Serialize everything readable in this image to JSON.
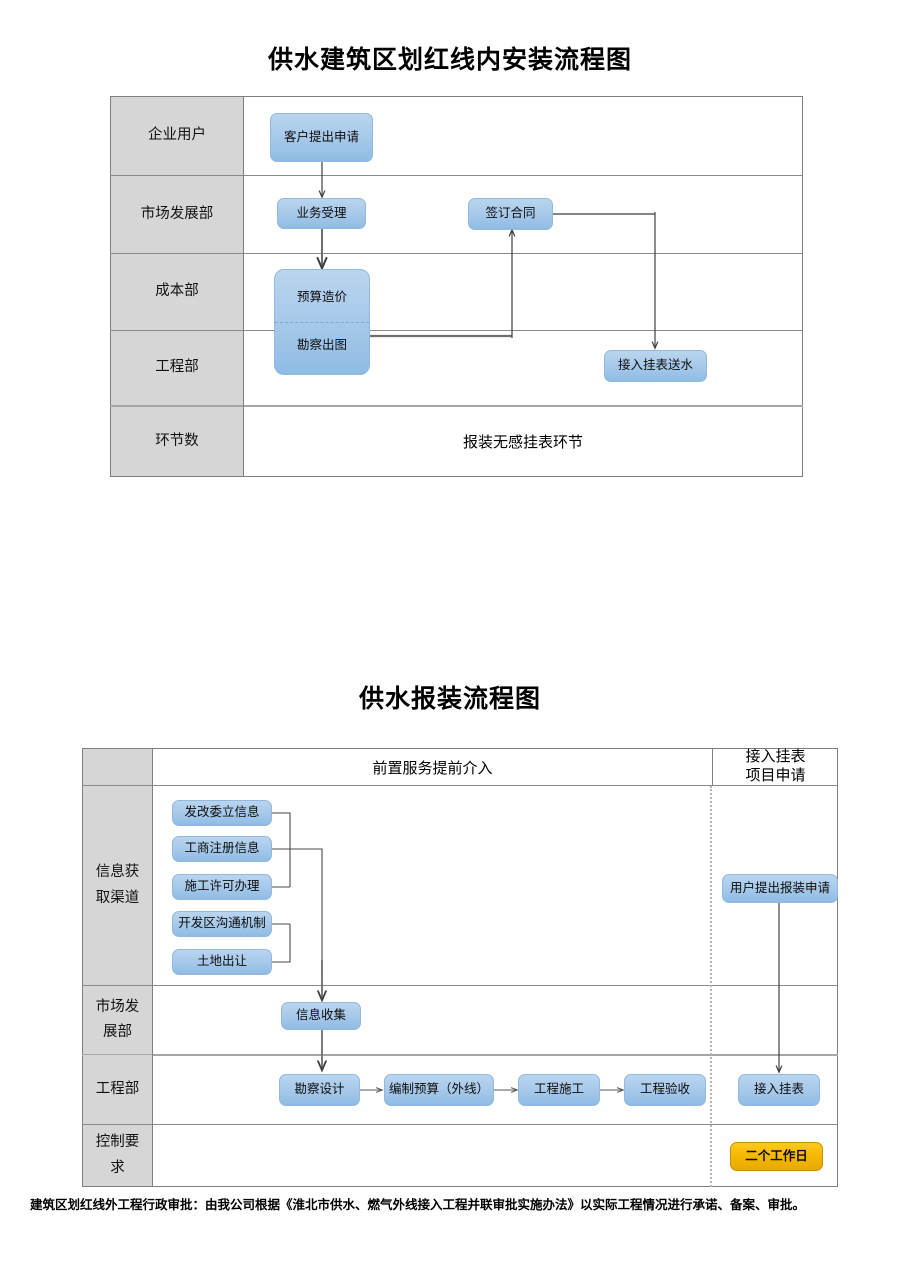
{
  "document": {
    "footer_note": "建筑区划红线外工程行政审批：由我公司根据《淮北市供水、燃气外线接入工程并联审批实施办法》以实际工程情况进行承诺、备案、审批。"
  },
  "colors": {
    "process_box_fill": "#a9caea",
    "process_box_border": "#92b9dd",
    "highlight_box_fill": "#f5b700",
    "highlight_box_border": "#c98f00",
    "row_label_fill": "#d6d6d6",
    "table_border": "#7f7f7f",
    "connector": "#3f3f3f"
  },
  "diagram1": {
    "title": "供水建筑区划红线内安装流程图",
    "row_labels": [
      "企业用户",
      "市场发展部",
      "成本部",
      "工程部",
      "环节数"
    ],
    "boxes": [
      {
        "id": "customer-application",
        "label": "客户提出申请"
      },
      {
        "id": "business-acceptance",
        "label": "业务受理"
      },
      {
        "id": "sign-contract",
        "label": "签订合同"
      },
      {
        "id": "budget-cost",
        "label": "预算造价"
      },
      {
        "id": "survey-drawing",
        "label": "勘察出图"
      },
      {
        "id": "connect-meter-water",
        "label": "接入挂表送水"
      }
    ],
    "summary_cell": "报装无感挂表环节"
  },
  "diagram2": {
    "title": "供水报装流程图",
    "header": {
      "left_corner": "",
      "main": "前置服务提前介入",
      "right": "接入挂表\n项目申请",
      "right_line1": "接入挂表",
      "right_line2": "项目申请"
    },
    "row_labels": [
      {
        "line1": "信息获",
        "line2": "取渠道"
      },
      {
        "line1": "市场发",
        "line2": "展部"
      },
      {
        "line1": "工程部",
        "line2": ""
      },
      {
        "line1": "控制要",
        "line2": "求"
      }
    ],
    "info_channels": [
      "发改委立信息",
      "工商注册信息",
      "施工许可办理",
      "开发区沟通机制",
      "土地出让"
    ],
    "market_boxes": [
      {
        "id": "info-collection",
        "label": "信息收集"
      }
    ],
    "engineering_boxes": [
      {
        "id": "survey-design",
        "label": "勘察设计"
      },
      {
        "id": "budget-outside-line",
        "label": "编制预算（外线）"
      },
      {
        "id": "construction",
        "label": "工程施工"
      },
      {
        "id": "acceptance",
        "label": "工程验收"
      }
    ],
    "right_column_boxes": [
      {
        "id": "user-application",
        "label": "用户提出报装申请"
      },
      {
        "id": "connect-meter",
        "label": "接入挂表"
      },
      {
        "id": "two-working-days",
        "label": "二个工作日"
      }
    ]
  }
}
